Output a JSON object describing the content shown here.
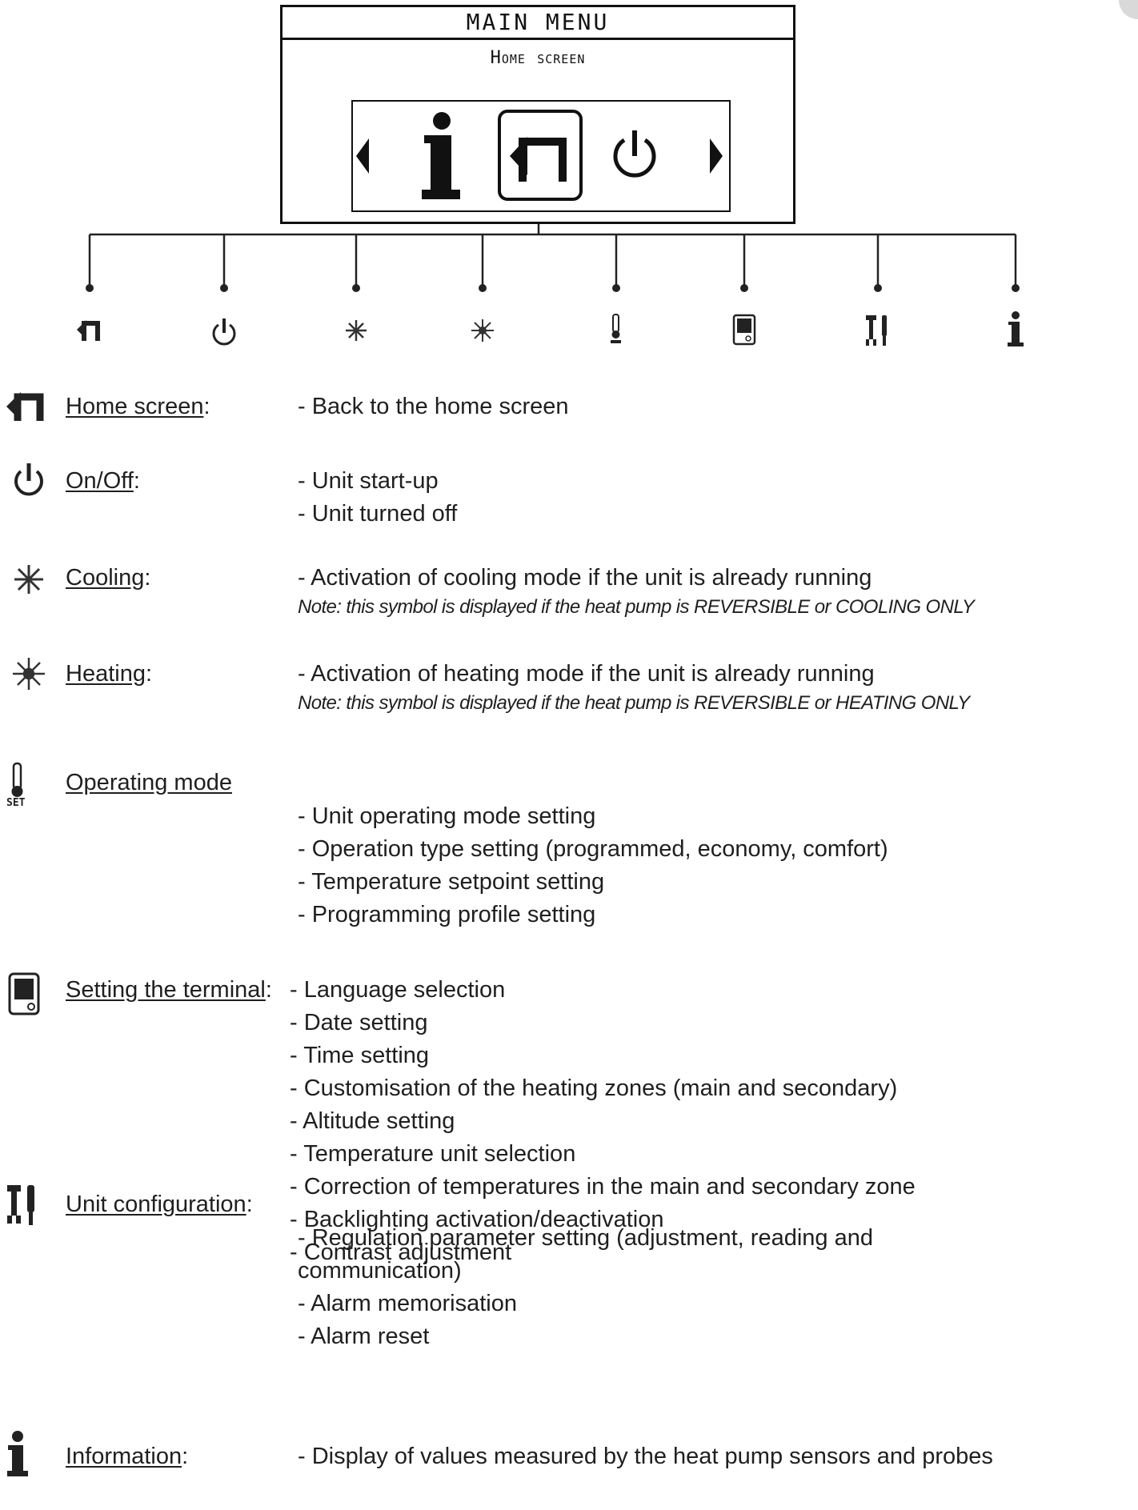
{
  "lcd": {
    "title": "MAIN MENU",
    "subtitle": "Home screen"
  },
  "tree_icons": [
    "home-icon",
    "power-icon",
    "snowflake-icon",
    "sun-icon",
    "thermometer-set-icon",
    "terminal-icon",
    "tools-icon",
    "info-icon"
  ],
  "legend": [
    {
      "label": "Home screen",
      "suffix": ":",
      "icon": "home-icon",
      "lines": [
        "- Back to the home screen"
      ]
    },
    {
      "label": "On/Off",
      "suffix": ":",
      "icon": "power-icon",
      "lines": [
        "- Unit start-up",
        "- Unit turned off"
      ]
    },
    {
      "label": "Cooling",
      "suffix": ":",
      "icon": "snowflake-icon",
      "lines": [
        "- Activation of cooling mode if the unit is already running"
      ],
      "note": "Note: this symbol is displayed if the heat pump is REVERSIBLE or COOLING ONLY"
    },
    {
      "label": "Heating",
      "suffix": ":",
      "icon": "sun-icon",
      "lines": [
        "- Activation of heating mode if the unit is already running"
      ],
      "note": "Note: this symbol is displayed if the heat pump is REVERSIBLE or HEATING ONLY"
    },
    {
      "label": "Operating mode",
      "suffix": "",
      "icon": "thermometer-set-icon",
      "icon_text": "SET",
      "lines": [
        "- Unit operating mode setting",
        "- Operation type setting (programmed, economy, comfort)",
        "- Temperature setpoint setting",
        "- Programming profile setting"
      ]
    },
    {
      "label": "Setting the terminal",
      "suffix": ":",
      "icon": "terminal-icon",
      "lines": [
        "- Language selection",
        "- Date setting",
        "- Time setting",
        "- Customisation of the heating zones (main and secondary)",
        "- Altitude setting",
        "- Temperature unit selection",
        "- Correction of temperatures in the main and secondary zone",
        "- Backlighting activation/deactivation",
        "- Contrast adjustment"
      ]
    },
    {
      "label": "Unit configuration",
      "suffix": ":",
      "icon": "tools-icon",
      "lines": [
        "- Regulation parameter setting (adjustment, reading and",
        "communication)",
        "- Alarm memorisation",
        "- Alarm reset"
      ]
    },
    {
      "label": "Information",
      "suffix": ":",
      "icon": "info-icon",
      "lines": [
        "- Display of values measured by the heat pump sensors and probes"
      ]
    }
  ]
}
